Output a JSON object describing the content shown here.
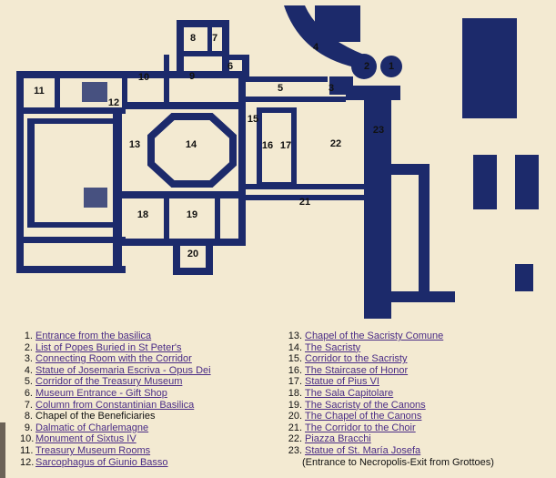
{
  "map": {
    "wall_color": "#1c2a6b",
    "floor_color": "#f3ead2",
    "labels": [
      "1",
      "2",
      "3",
      "4",
      "5",
      "6",
      "7",
      "8",
      "9",
      "10",
      "11",
      "12",
      "13",
      "14",
      "15",
      "16",
      "17",
      "18",
      "19",
      "20",
      "21",
      "22",
      "23"
    ]
  },
  "legend": {
    "left": [
      {
        "num": "1.",
        "text": "Entrance from the basilica",
        "link": true
      },
      {
        "num": "2.",
        "text": "List of Popes Buried in St Peter's",
        "link": true
      },
      {
        "num": "3.",
        "text": "Connecting Room with the Corridor",
        "link": true
      },
      {
        "num": "4.",
        "text": "Statue of Josemaria Escriva - Opus Dei",
        "link": true
      },
      {
        "num": "5.",
        "text": "Corridor of the Treasury Museum",
        "link": true
      },
      {
        "num": "6.",
        "text": "Museum Entrance - Gift Shop",
        "link": true
      },
      {
        "num": "7.",
        "text": "Column from Constantinian Basilica",
        "link": true
      },
      {
        "num": "8.",
        "text": "Chapel of the Beneficiaries",
        "link": false
      },
      {
        "num": "9.",
        "text": "Dalmatic of Charlemagne",
        "link": true
      },
      {
        "num": "10.",
        "text": "Monument of Sixtus IV",
        "link": true
      },
      {
        "num": "11.",
        "text": "Treasury Museum Rooms",
        "link": true
      },
      {
        "num": "12.",
        "text": "Sarcophagus of Giunio Basso",
        "link": true
      }
    ],
    "right": [
      {
        "num": "13.",
        "text": "Chapel of the Sacristy Comune",
        "link": true
      },
      {
        "num": "14.",
        "text": "The Sacristy",
        "link": true
      },
      {
        "num": "15.",
        "text": "Corridor to the Sacristy",
        "link": true
      },
      {
        "num": "16.",
        "text": "The Staircase of Honor",
        "link": true
      },
      {
        "num": "17.",
        "text": "Statue of Pius VI",
        "link": true
      },
      {
        "num": "18.",
        "text": "The Sala Capitolare",
        "link": true
      },
      {
        "num": "19.",
        "text": "The Sacristy of the Canons",
        "link": true
      },
      {
        "num": "20.",
        "text": "The Chapel of the Canons",
        "link": true
      },
      {
        "num": "21.",
        "text": "The Corridor to the Choir",
        "link": true
      },
      {
        "num": "22.",
        "text": "Piazza Bracchi",
        "link": true
      },
      {
        "num": "23.",
        "text": "Statue of St. María Josefa",
        "link": true
      }
    ],
    "note": "(Entrance to Necropolis-Exit from Grottoes)"
  }
}
